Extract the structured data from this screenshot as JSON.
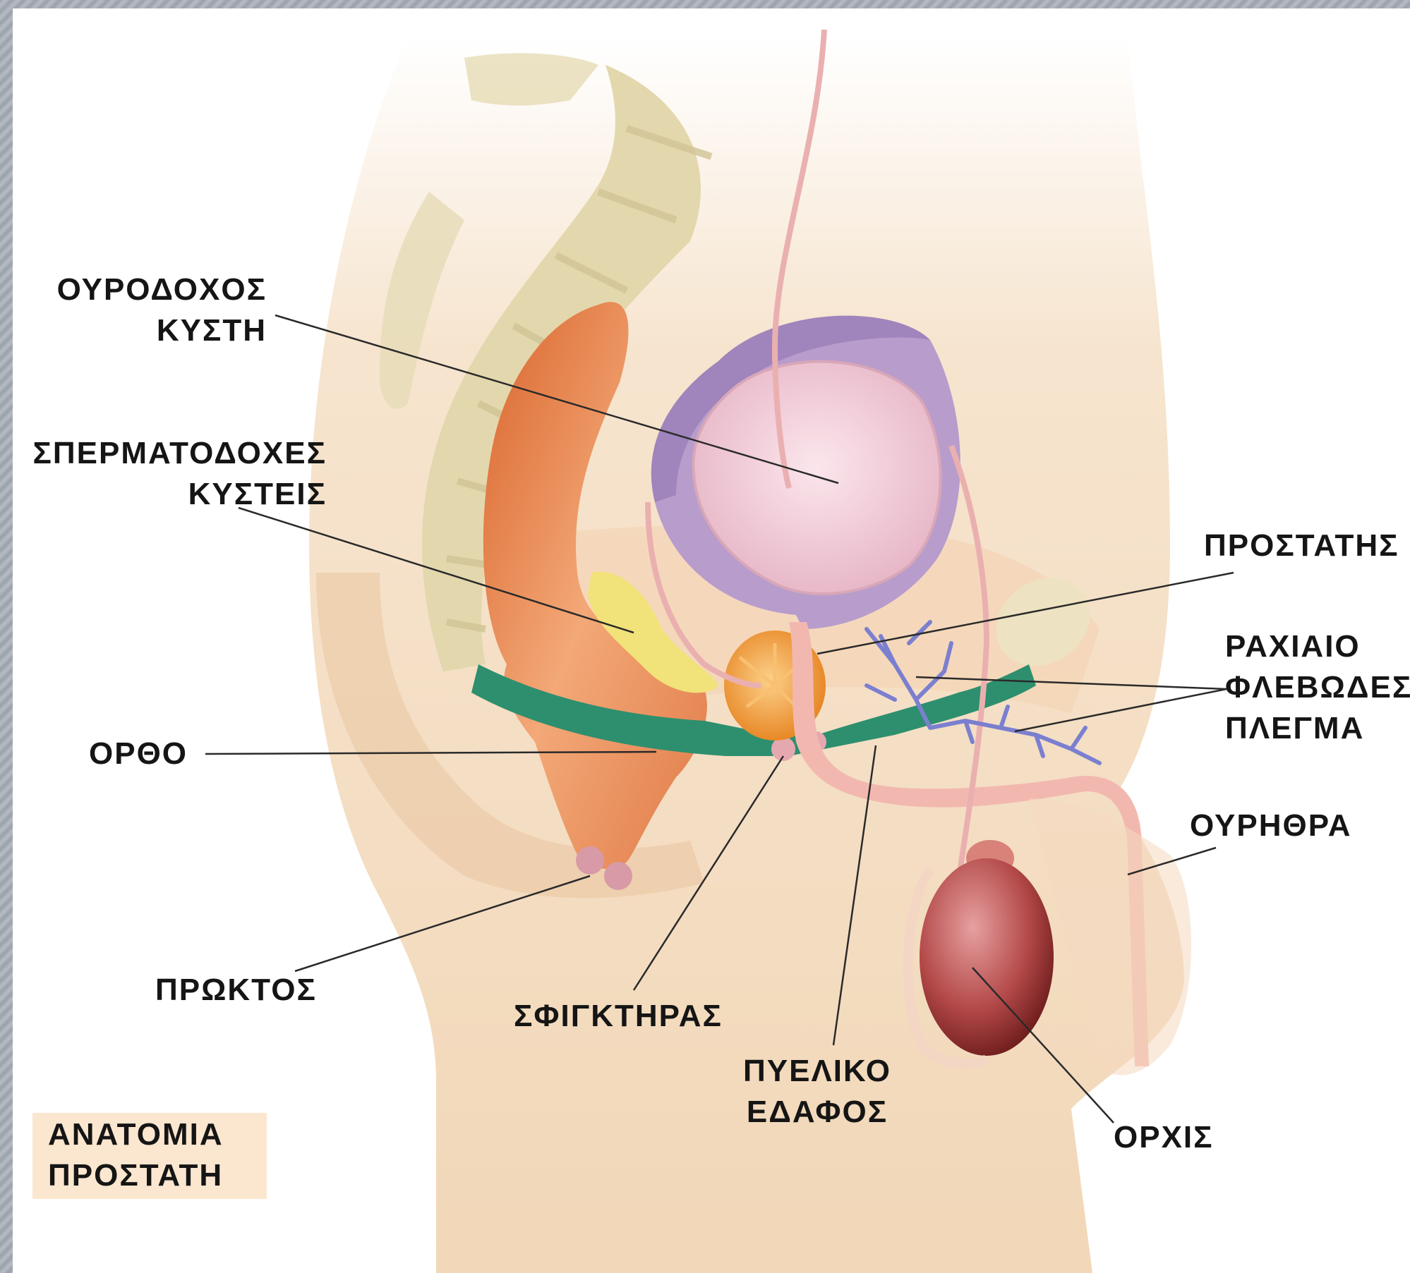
{
  "labels": {
    "bladder": [
      "ΟΥΡΟΔΟΧΟΣ",
      "ΚΥΣΤΗ"
    ],
    "seminal": [
      "ΣΠΕΡΜΑΤΟΔΟΧΕΣ",
      "ΚΥΣΤΕΙΣ"
    ],
    "rectum": "ΟΡΘΟ",
    "anus": "ΠΡΩΚΤΟΣ",
    "sphincter": "ΣΦΙΓΚΤΗΡΑΣ",
    "pelvic_floor": [
      "ΠΥΕΛΙΚΟ",
      "ΕΔΑΦΟΣ"
    ],
    "prostate": "ΠΡΟΣΤΑΤΗΣ",
    "spinal_plexus": [
      "ΡΑΧΙΑΙΟ",
      "ΦΛΕΒΩΔΕΣ",
      "ΠΛΕΓΜΑ"
    ],
    "urethra": "ΟΥΡΗΘΡΑ",
    "testis": "ΟΡΧΙΣ"
  },
  "title": [
    "ΑΝΑΤΟΜΙΑ",
    "ΠΡΟΣΤΑΤΗ"
  ],
  "colors": {
    "skin": "#f3d9bc",
    "bone": "#e7dcb6",
    "rectum": "#e58b52",
    "bladder_wall": "#b89ccc",
    "bladder_inner": "#f0d0da",
    "prostate": "#f09b3a",
    "pelvic_floor": "#2e8f6e",
    "testis": "#a33a3a",
    "urethra": "#f2b8b0",
    "veins": "#7b7fd0",
    "seminal": "#f1e27a",
    "title_box": "#fbe6cf"
  }
}
